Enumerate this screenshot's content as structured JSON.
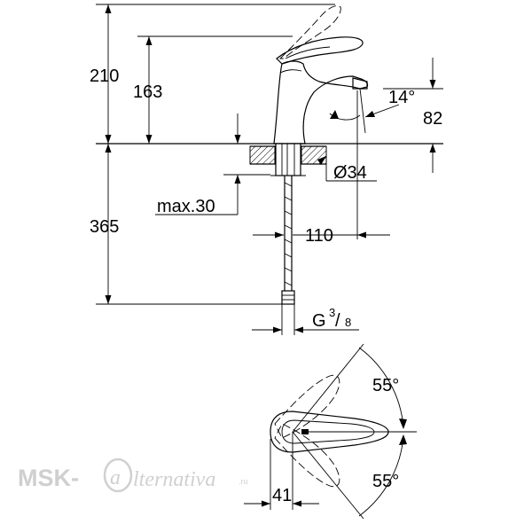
{
  "side_view": {
    "dims": {
      "overall_height": "210",
      "spout_height": "163",
      "angle": "14",
      "angle_unit": "°",
      "outlet_height": "82",
      "diameter": "Ø34",
      "max_thickness": "max.30",
      "hose_length": "365",
      "reach": "110",
      "thread_letter": "G",
      "thread_num": "3",
      "thread_den": "8"
    }
  },
  "top_view": {
    "dims": {
      "angle_upper": "55°",
      "angle_lower": "55°",
      "offset": "41"
    }
  },
  "watermark": {
    "part1": "MSK-",
    "part2": "lternativa",
    "part3": ".ru"
  }
}
